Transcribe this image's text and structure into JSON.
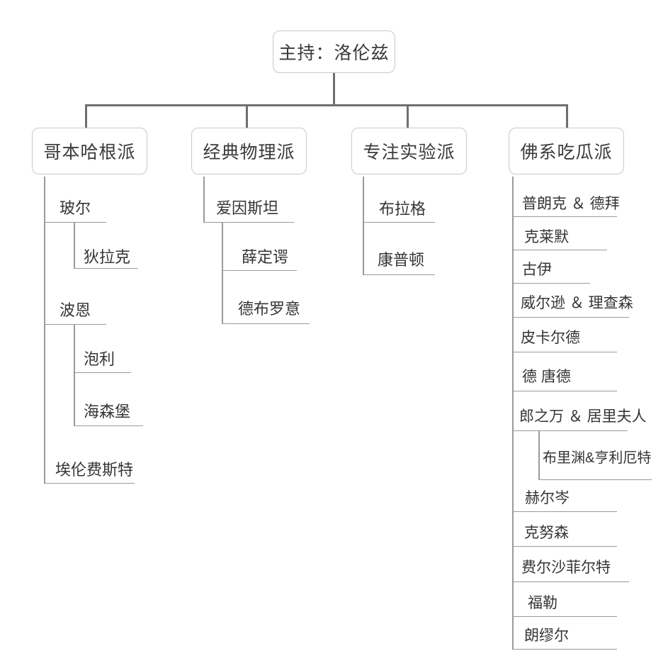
{
  "diagram": {
    "title_node": {
      "label": "主持：洛伦兹"
    },
    "categories": [
      {
        "label": "哥本哈根派"
      },
      {
        "label": "经典物理派"
      },
      {
        "label": "专注实验派"
      },
      {
        "label": "佛系吃瓜派"
      }
    ],
    "columns": [
      {
        "category": "哥本哈根派",
        "members": [
          {
            "label": "玻尔",
            "level": 1
          },
          {
            "label": "狄拉克",
            "level": 2
          },
          {
            "label": "波恩",
            "level": 1
          },
          {
            "label": "泡利",
            "level": 2
          },
          {
            "label": "海森堡",
            "level": 2
          },
          {
            "label": "埃伦费斯特",
            "level": 1
          }
        ]
      },
      {
        "category": "经典物理派",
        "members": [
          {
            "label": "爱因斯坦",
            "level": 1
          },
          {
            "label": "薛定谔",
            "level": 2
          },
          {
            "label": "德布罗意",
            "level": 2
          }
        ]
      },
      {
        "category": "专注实验派",
        "members": [
          {
            "label": "布拉格",
            "level": 1
          },
          {
            "label": "康普顿",
            "level": 1
          }
        ]
      },
      {
        "category": "佛系吃瓜派",
        "members": [
          {
            "label": "普朗克 ＆ 德拜",
            "level": 1
          },
          {
            "label": "克莱默",
            "level": 1
          },
          {
            "label": "古伊",
            "level": 1
          },
          {
            "label": "威尔逊 ＆ 理查森",
            "level": 1
          },
          {
            "label": "皮卡尔德",
            "level": 1
          },
          {
            "label": "德 唐德",
            "level": 1
          },
          {
            "label": "郎之万 ＆ 居里夫人",
            "level": 1
          },
          {
            "label": "布里渊&亨利厄特",
            "level": 2
          },
          {
            "label": "赫尔岑",
            "level": 1
          },
          {
            "label": "克努森",
            "level": 1
          },
          {
            "label": "费尔沙菲尔特",
            "level": 1
          },
          {
            "label": "福勒",
            "level": 1
          },
          {
            "label": "朗缪尔",
            "level": 1
          }
        ]
      }
    ],
    "colors": {
      "box_border": "#c9c9c9",
      "connector": "#6f6f6f",
      "rule": "#9a9a9a",
      "text": "#353535",
      "background": "#ffffff"
    }
  }
}
